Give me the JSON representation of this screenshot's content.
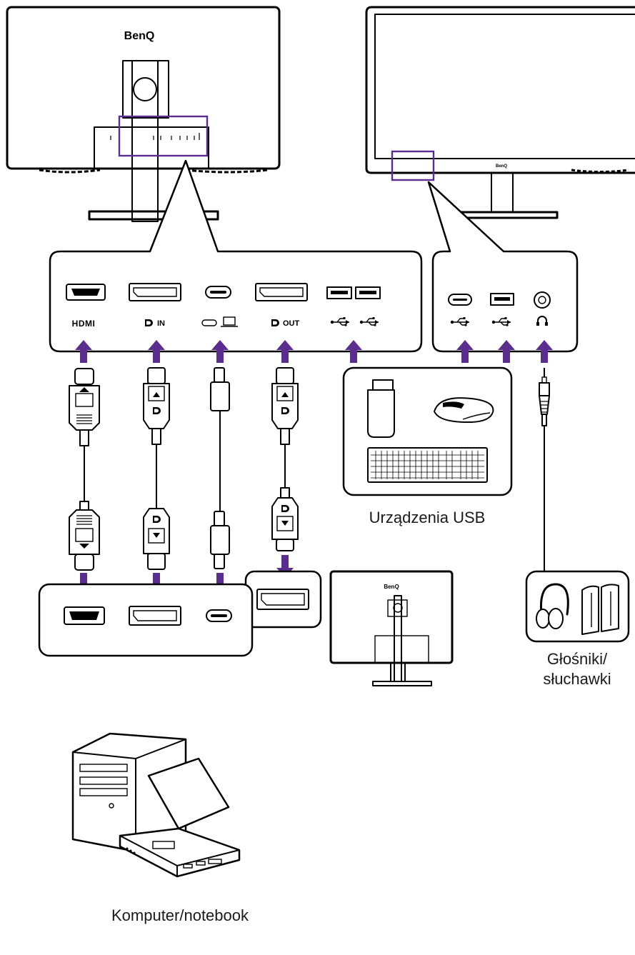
{
  "accent_color": "#5b2d8e",
  "brand": "BenQ",
  "ports": {
    "hdmi": "HDMI",
    "dp_in": "IN",
    "dp_out": "OUT",
    "usb_c": "USB-C",
    "usb_a": "USB",
    "audio": "headphone"
  },
  "labels": {
    "usb_devices": "Urządzenia USB",
    "speakers_line1": "Głośniki/",
    "speakers_line2": "słuchawki",
    "computer": "Komputer/notebook"
  },
  "icons": [
    "displayport-icon",
    "usb-icon",
    "headphone-icon",
    "laptop-icon",
    "usb-c-icon"
  ]
}
